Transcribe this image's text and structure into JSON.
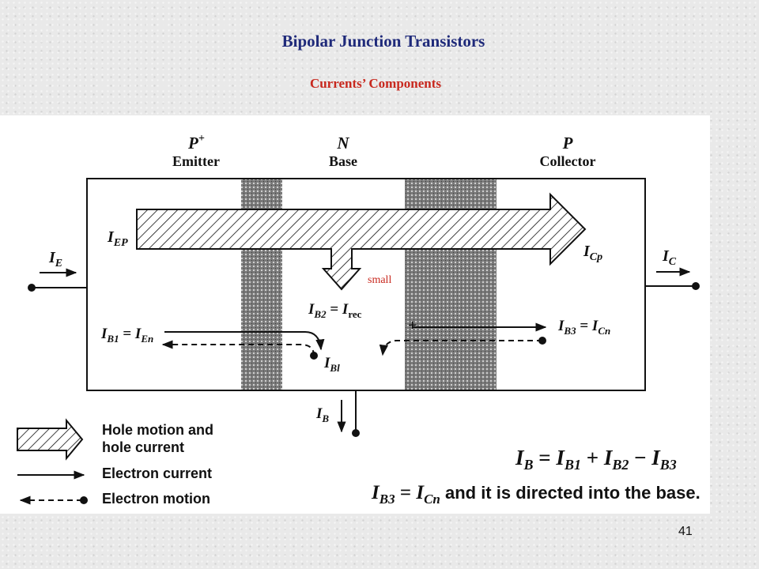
{
  "slide": {
    "title": "Bipolar Junction Transistors",
    "subtitle": "Currents’ Components",
    "page_number": "41"
  },
  "diagram": {
    "regions": {
      "emitter_type": "P",
      "emitter_sup": "+",
      "emitter_label": "Emitter",
      "base_type": "N",
      "base_label": "Base",
      "collector_type": "P",
      "collector_label": "Collector"
    },
    "labels": {
      "i_e": "I",
      "i_e_sub": "E",
      "i_ep": "I",
      "i_ep_sub": "EP",
      "i_cp": "I",
      "i_cp_sub": "Cp",
      "i_c": "I",
      "i_c_sub": "C",
      "small_note": "small",
      "i_b2_lhs": "I",
      "i_b2_lhs_sub": "B2",
      "i_b2_eq": " = ",
      "i_b2_rhs": "I",
      "i_b2_rhs_sub": "rec",
      "i_b1_lhs": "I",
      "i_b1_lhs_sub": "B1",
      "i_b1_eq": " = ",
      "i_b1_rhs": "I",
      "i_b1_rhs_sub": "En",
      "i_bl": "I",
      "i_bl_sub": "Bl",
      "i_b3_lhs": "I",
      "i_b3_lhs_sub": "B3",
      "i_b3_eq": " = ",
      "i_b3_rhs": "I",
      "i_b3_rhs_sub": "Cn",
      "i_b": "I",
      "i_b_sub": "B",
      "plus_sign": "+"
    },
    "legend": {
      "hole_line1": "Hole motion and",
      "hole_line2": "hole current",
      "electron_current": "Electron current",
      "electron_motion": "Electron motion"
    },
    "equations": {
      "eq1": {
        "t1": "I",
        "s1": "B",
        "t2": " = ",
        "t3": "I",
        "s3": "B1",
        "t4": " + ",
        "t5": "I",
        "s5": "B2",
        "t6": " − ",
        "t7": "I",
        "s7": "B3"
      },
      "eq2": {
        "t1": "I",
        "s1": "B3",
        "t2": " = ",
        "t3": "I",
        "s3": "Cn",
        "t4": " and it is directed into the base."
      }
    },
    "colors": {
      "small_note": "#c8281e",
      "depletion": "#555555",
      "ink": "#111111"
    }
  }
}
